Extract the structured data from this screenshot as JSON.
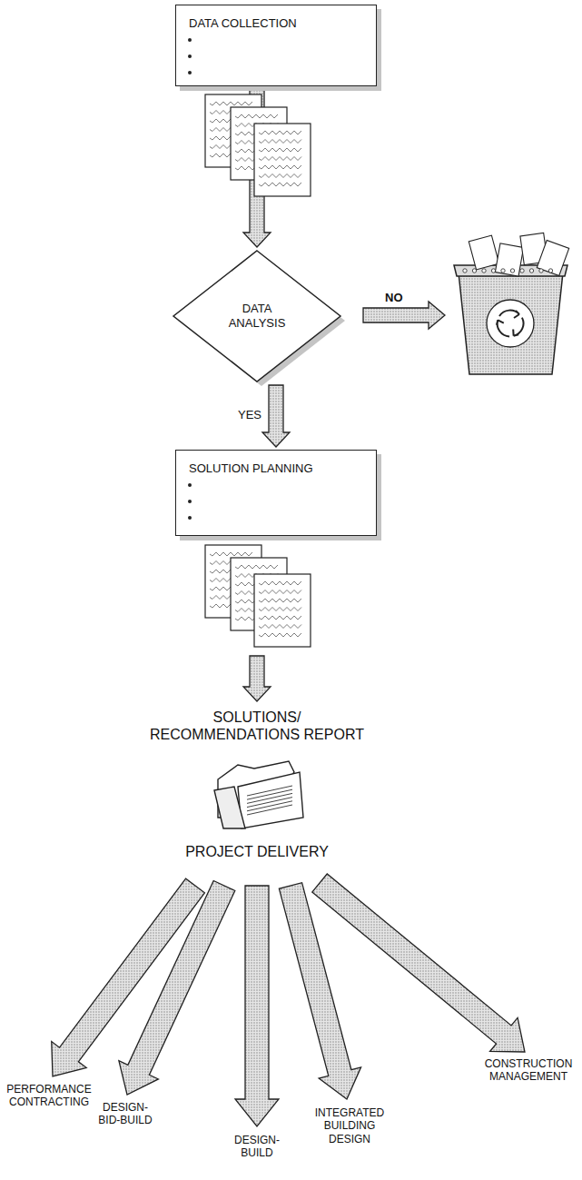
{
  "diagram": {
    "nodes": [
      {
        "text": [
          "DATA COLLECTION"
        ]
      },
      {
        "text": [
          "DATA ANALYSIS"
        ]
      },
      {
        "text": [
          "SOLUTION PLANNING"
        ]
      }
    ],
    "edges": [
      {
        "from": 0,
        "to": 1,
        "arrow": "to"
      },
      {
        "from": 1,
        "to": 2,
        "label": "YES",
        "arrow": "to"
      }
    ],
    "labels": [
      "NO",
      "SOLUTIONS/ RECOMMENDATIONS REPORT",
      "PROJECT DELIVERY",
      "PERFORMANCE CONTRACTING",
      "DESIGN-BID-BUILD",
      "DESIGN-BUILD",
      "INTEGRATED BUILDING DESIGN",
      "CONSTRUCTION MANAGEMENT"
    ]
  }
}
